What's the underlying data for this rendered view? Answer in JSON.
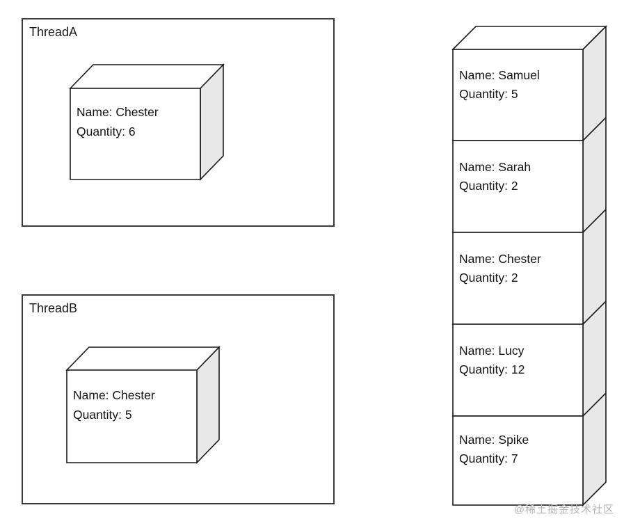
{
  "threads": [
    {
      "label": "ThreadA",
      "object": {
        "name": "Name: Chester",
        "quantity": "Quantity: 6"
      }
    },
    {
      "label": "ThreadB",
      "object": {
        "name": "Name: Chester",
        "quantity": "Quantity: 5"
      }
    }
  ],
  "stack": {
    "items": [
      {
        "name": "Name: Samuel",
        "quantity": "Quantity: 5"
      },
      {
        "name": "Name: Sarah",
        "quantity": "Quantity: 2"
      },
      {
        "name": "Name: Chester",
        "quantity": "Quantity: 2"
      },
      {
        "name": "Name: Lucy",
        "quantity": "Quantity: 12"
      },
      {
        "name": "Name: Spike",
        "quantity": "Quantity: 7"
      }
    ]
  },
  "watermark": "@稀土掘金技术社区",
  "colors": {
    "line": "#1a1a1a",
    "container_border": "#3a3a3a",
    "side_face": "#e8e8e8",
    "top_face": "#ffffff",
    "watermark": "#b5b5b5"
  }
}
